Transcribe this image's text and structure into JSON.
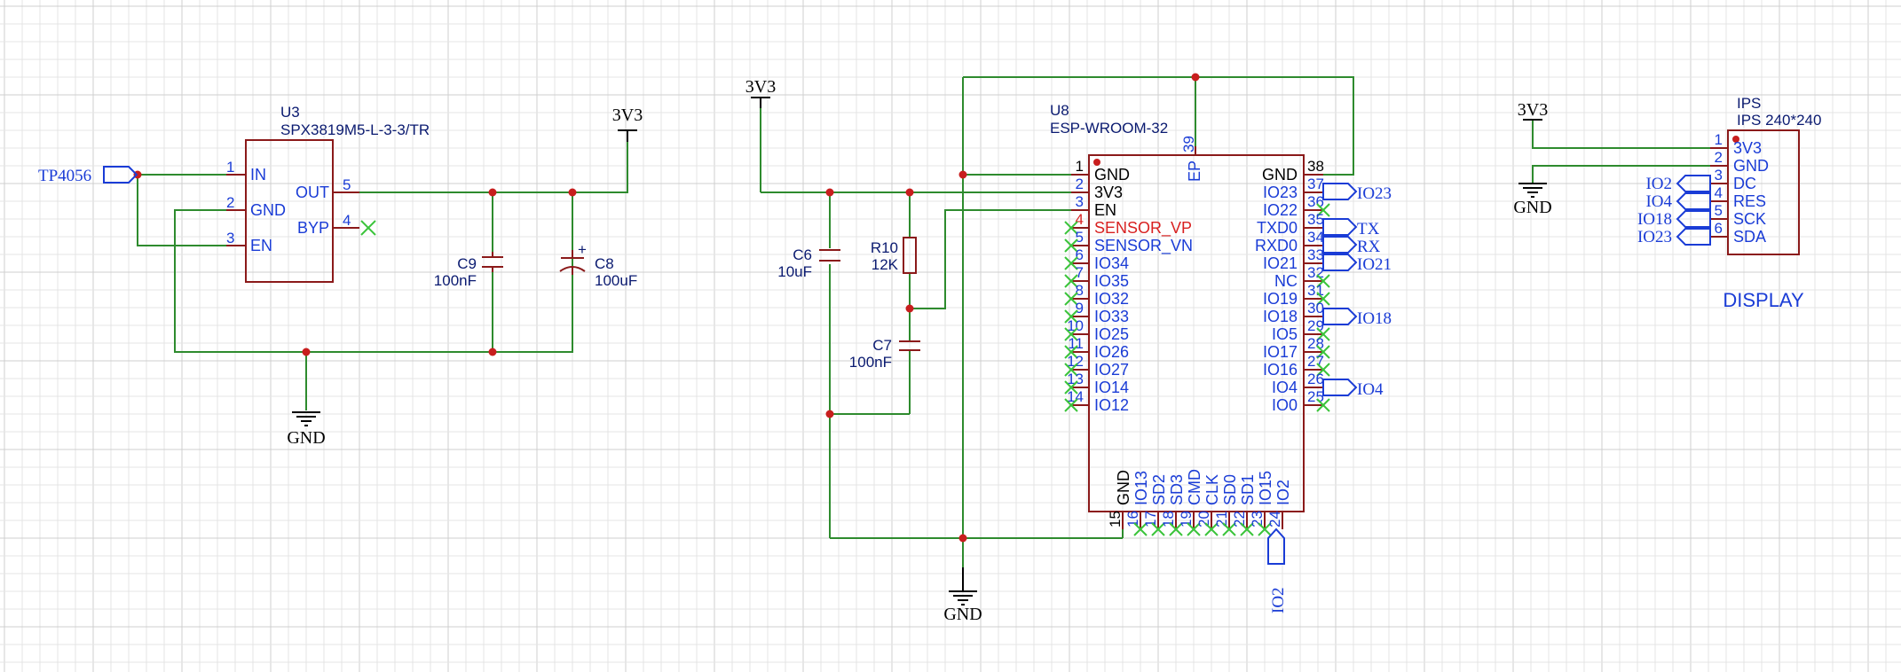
{
  "power_labels": {
    "v33_a": "3V3",
    "v33_b": "3V3",
    "v33_c": "3V3",
    "gnd_a": "GND",
    "gnd_b": "GND",
    "gnd_c": "GND"
  },
  "regulator": {
    "ref": "U3",
    "value": "SPX3819M5-L-3-3/TR",
    "input_flag": "TP4056",
    "pins": [
      {
        "num": "1",
        "name": "IN"
      },
      {
        "num": "2",
        "name": "GND"
      },
      {
        "num": "3",
        "name": "EN"
      },
      {
        "num": "5",
        "name": "OUT"
      },
      {
        "num": "4",
        "name": "BYP"
      }
    ],
    "c9": {
      "ref": "C9",
      "value": "100nF"
    },
    "c8": {
      "ref": "C8",
      "value": "100uF",
      "polarity": "+"
    }
  },
  "mcu_support": {
    "c6": {
      "ref": "C6",
      "value": "10uF"
    },
    "r10": {
      "ref": "R10",
      "value": "12K"
    },
    "c7": {
      "ref": "C7",
      "value": "100nF"
    }
  },
  "module": {
    "ref": "U8",
    "value": "ESP-WROOM-32",
    "left_pins": [
      {
        "num": "1",
        "name": "GND"
      },
      {
        "num": "2",
        "name": "3V3"
      },
      {
        "num": "3",
        "name": "EN"
      },
      {
        "num": "4",
        "name": "SENSOR_VP"
      },
      {
        "num": "5",
        "name": "SENSOR_VN"
      },
      {
        "num": "6",
        "name": "IO34"
      },
      {
        "num": "7",
        "name": "IO35"
      },
      {
        "num": "8",
        "name": "IO32"
      },
      {
        "num": "9",
        "name": "IO33"
      },
      {
        "num": "10",
        "name": "IO25"
      },
      {
        "num": "11",
        "name": "IO26"
      },
      {
        "num": "12",
        "name": "IO27"
      },
      {
        "num": "13",
        "name": "IO14"
      },
      {
        "num": "14",
        "name": "IO12"
      }
    ],
    "right_pins": [
      {
        "num": "38",
        "name": "GND"
      },
      {
        "num": "37",
        "name": "IO23"
      },
      {
        "num": "36",
        "name": "IO22"
      },
      {
        "num": "35",
        "name": "TXD0"
      },
      {
        "num": "34",
        "name": "RXD0"
      },
      {
        "num": "33",
        "name": "IO21"
      },
      {
        "num": "32",
        "name": "NC"
      },
      {
        "num": "31",
        "name": "IO19"
      },
      {
        "num": "30",
        "name": "IO18"
      },
      {
        "num": "29",
        "name": "IO5"
      },
      {
        "num": "28",
        "name": "IO17"
      },
      {
        "num": "27",
        "name": "IO16"
      },
      {
        "num": "26",
        "name": "IO4"
      },
      {
        "num": "25",
        "name": "IO0"
      }
    ],
    "bottom_pins": [
      {
        "num": "15",
        "name": "GND"
      },
      {
        "num": "16",
        "name": "IO13"
      },
      {
        "num": "17",
        "name": "SD2"
      },
      {
        "num": "18",
        "name": "SD3"
      },
      {
        "num": "19",
        "name": "CMD"
      },
      {
        "num": "20",
        "name": "CLK"
      },
      {
        "num": "21",
        "name": "SD0"
      },
      {
        "num": "22",
        "name": "SD1"
      },
      {
        "num": "23",
        "name": "IO15"
      },
      {
        "num": "24",
        "name": "IO2"
      }
    ],
    "ep": {
      "num": "39",
      "name": "EP"
    },
    "flags": {
      "io23": "IO23",
      "tx": "TX",
      "rx": "RX",
      "io21": "IO21",
      "io18": "IO18",
      "io4": "IO4",
      "io2": "IO2"
    }
  },
  "display": {
    "ref": "IPS",
    "value": "IPS 240*240",
    "title": "DISPLAY",
    "pins": [
      {
        "num": "1",
        "name": "3V3"
      },
      {
        "num": "2",
        "name": "GND"
      },
      {
        "num": "3",
        "name": "DC"
      },
      {
        "num": "4",
        "name": "RES"
      },
      {
        "num": "5",
        "name": "SCK"
      },
      {
        "num": "6",
        "name": "SDA"
      }
    ],
    "flags": [
      "IO2",
      "IO4",
      "IO18",
      "IO23"
    ]
  }
}
